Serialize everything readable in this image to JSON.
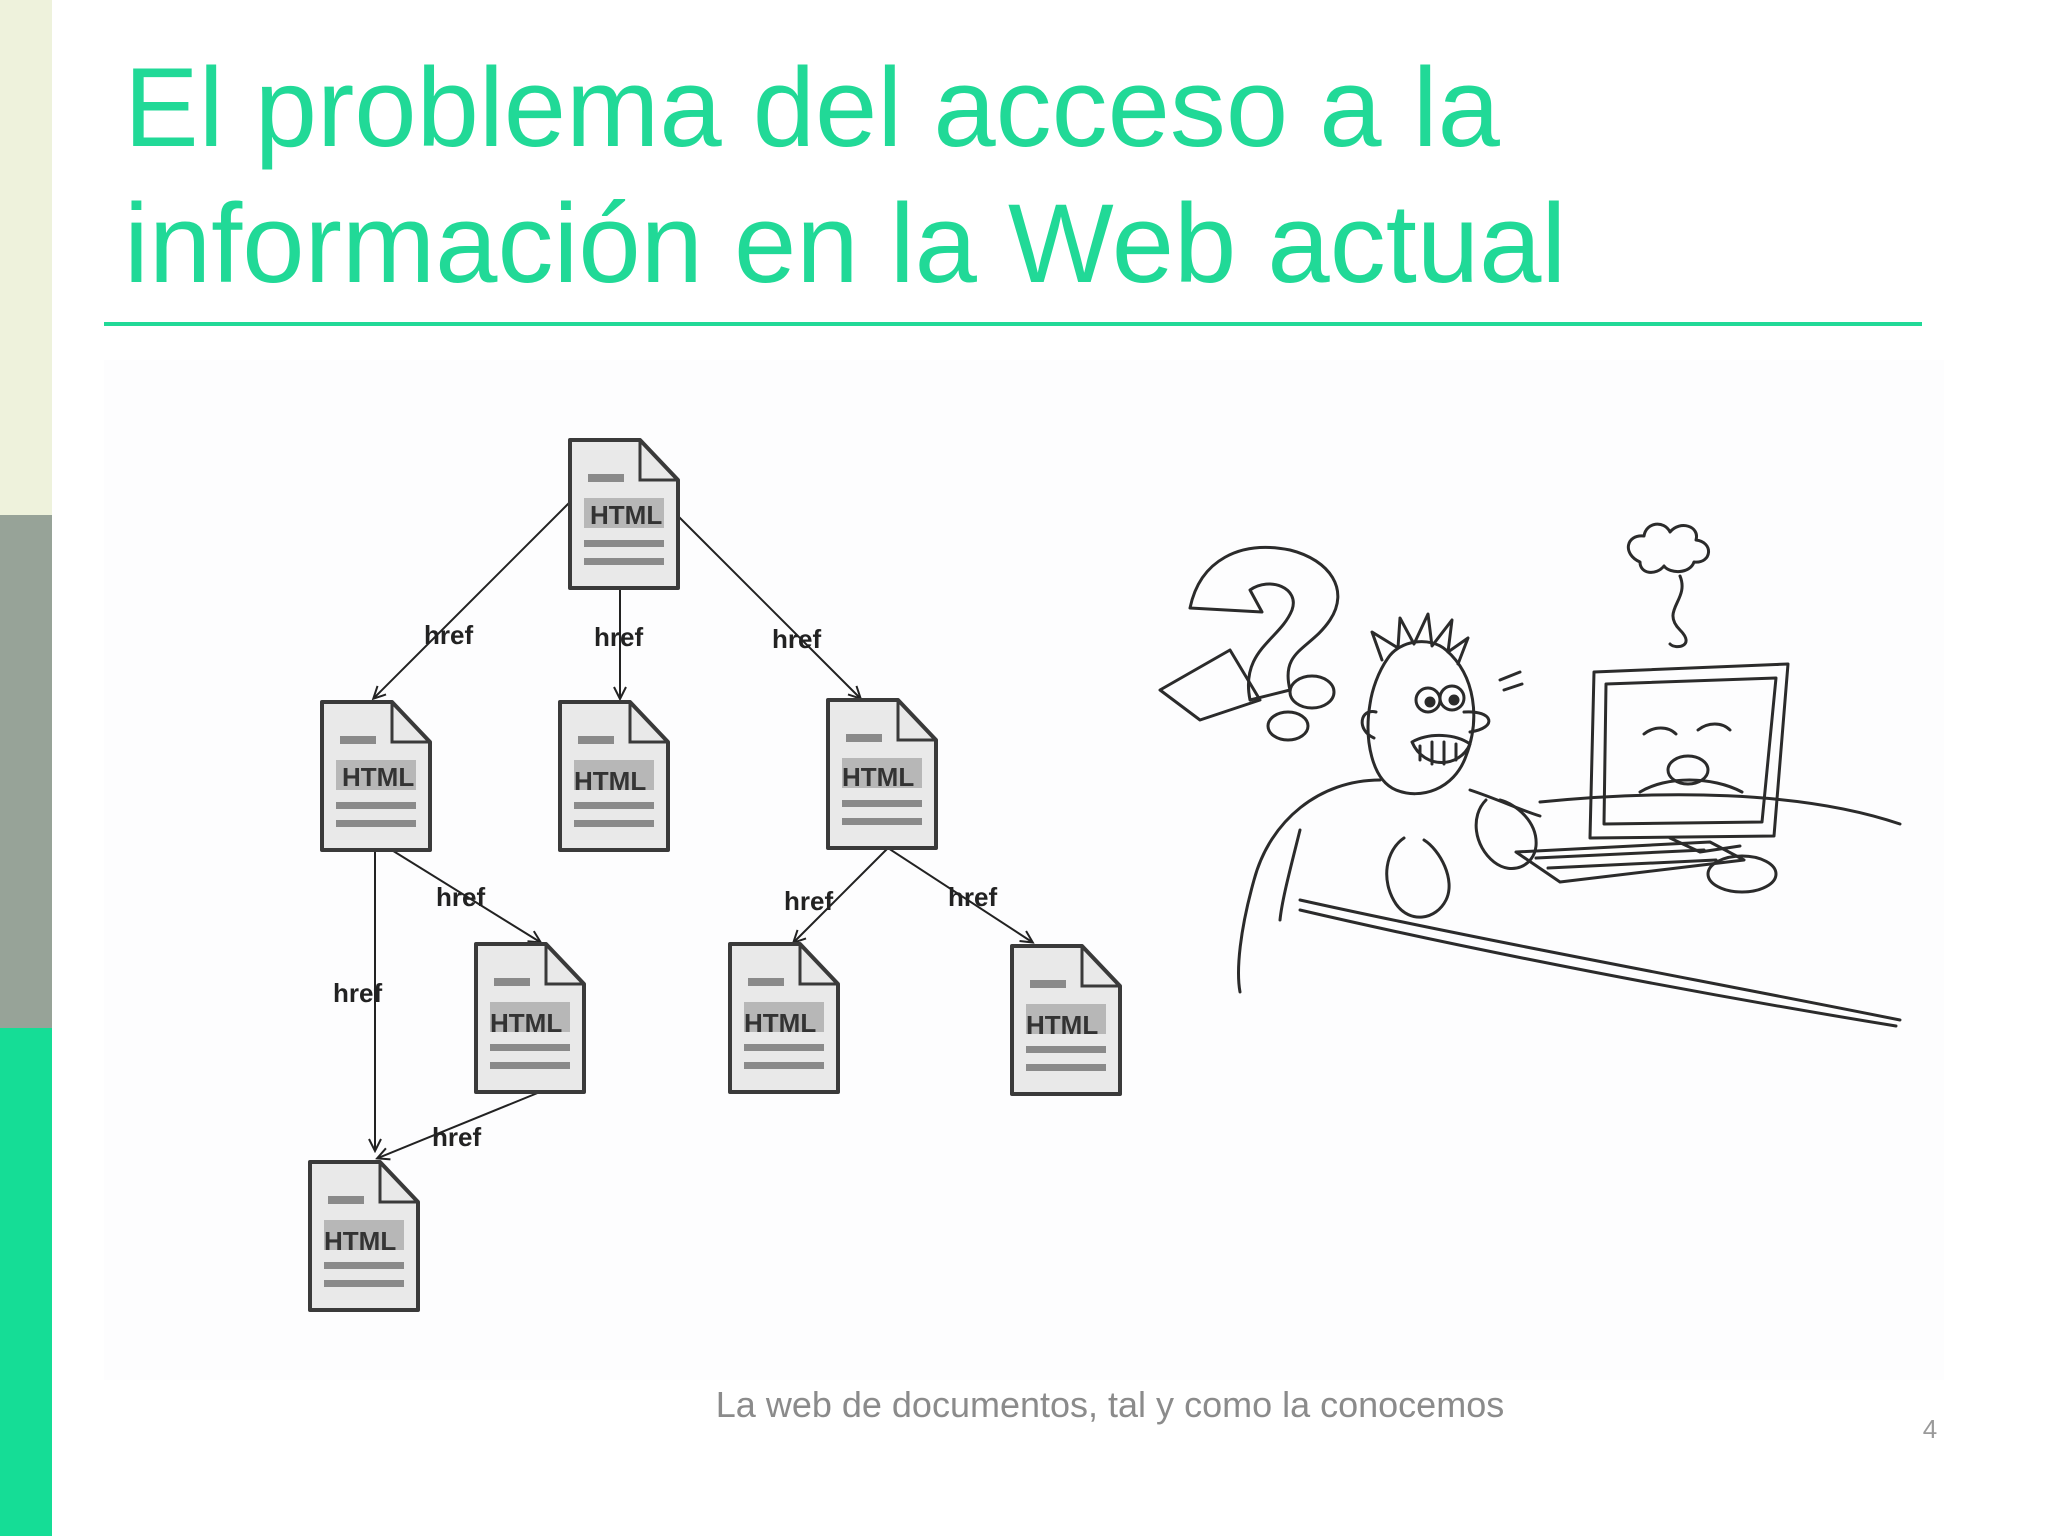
{
  "slide": {
    "title_line1": "El problema del acceso a la",
    "title_line2": "información en la Web actual",
    "caption": "La web de documentos, tal y como la conocemos",
    "page_number": "4"
  },
  "diagram": {
    "doc_label": "HTML",
    "link_label": "href"
  },
  "colors": {
    "accent": "#21d997",
    "sidebar_top": "#eef2dc",
    "sidebar_mid": "#97a398",
    "sidebar_bottom": "#15dd96"
  },
  "illustration": {
    "icon": "confused-user-at-computer-icon"
  }
}
